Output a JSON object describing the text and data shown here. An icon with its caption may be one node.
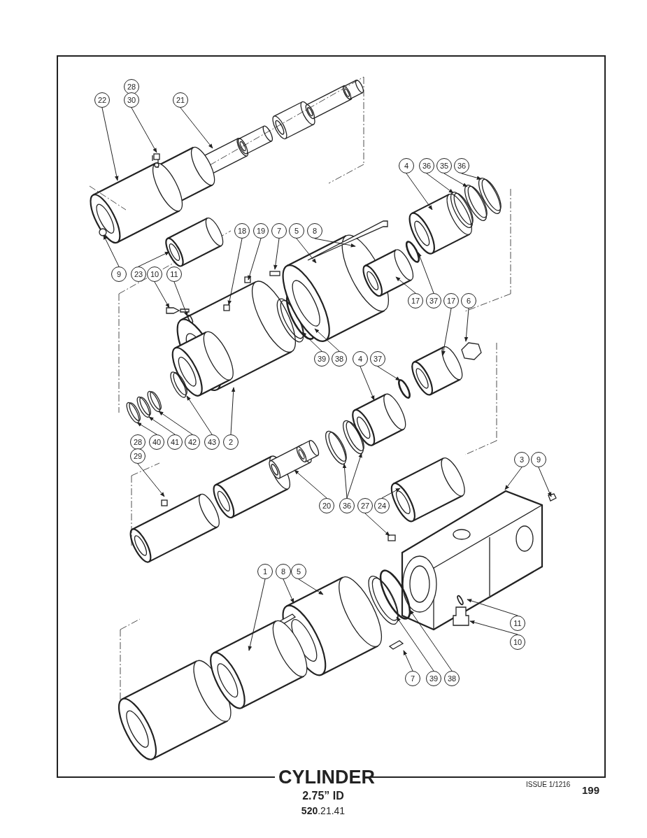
{
  "diagram": {
    "title": "CYLINDER",
    "nodes": [
      {
        "text": [
          "28"
        ]
      },
      {
        "text": [
          "30"
        ]
      },
      {
        "text": [
          "22"
        ]
      },
      {
        "text": [
          "21"
        ]
      },
      {
        "text": [
          "9"
        ]
      },
      {
        "text": [
          "23"
        ]
      },
      {
        "text": [
          "10"
        ]
      },
      {
        "text": [
          "11"
        ]
      },
      {
        "text": [
          "18"
        ]
      },
      {
        "text": [
          "19"
        ]
      },
      {
        "text": [
          "7"
        ]
      },
      {
        "text": [
          "5"
        ]
      },
      {
        "text": [
          "8"
        ]
      },
      {
        "text": [
          "4"
        ]
      },
      {
        "text": [
          "36"
        ]
      },
      {
        "text": [
          "35"
        ]
      },
      {
        "text": [
          "36"
        ]
      },
      {
        "text": [
          "17"
        ]
      },
      {
        "text": [
          "37"
        ]
      },
      {
        "text": [
          "17"
        ]
      },
      {
        "text": [
          "6"
        ]
      },
      {
        "text": [
          "39"
        ]
      },
      {
        "text": [
          "38"
        ]
      },
      {
        "text": [
          "4"
        ]
      },
      {
        "text": [
          "37"
        ]
      },
      {
        "text": [
          "28"
        ]
      },
      {
        "text": [
          "40"
        ]
      },
      {
        "text": [
          "41"
        ]
      },
      {
        "text": [
          "42"
        ]
      },
      {
        "text": [
          "43"
        ]
      },
      {
        "text": [
          "2"
        ]
      },
      {
        "text": [
          "29"
        ]
      },
      {
        "text": [
          "20"
        ]
      },
      {
        "text": [
          "36"
        ]
      },
      {
        "text": [
          "27"
        ]
      },
      {
        "text": [
          "24"
        ]
      },
      {
        "text": [
          "3"
        ]
      },
      {
        "text": [
          "9"
        ]
      },
      {
        "text": [
          "1"
        ]
      },
      {
        "text": [
          "8"
        ]
      },
      {
        "text": [
          "5"
        ]
      },
      {
        "text": [
          "11"
        ]
      },
      {
        "text": [
          "10"
        ]
      },
      {
        "text": [
          "7"
        ]
      },
      {
        "text": [
          "39"
        ]
      },
      {
        "text": [
          "38"
        ]
      },
      {
        "text": [],
        "shape": "cylinder"
      },
      {
        "text": [],
        "shape": "ring"
      },
      {
        "text": [],
        "shape": "cylinder"
      },
      {
        "text": [],
        "shape": "ring"
      },
      {
        "text": [],
        "shape": "ring"
      },
      {
        "text": [],
        "shape": "ring"
      },
      {
        "text": [],
        "shape": "ring"
      },
      {
        "text": [],
        "shape": "ring"
      },
      {
        "text": [],
        "shape": "ring"
      },
      {
        "text": [],
        "shape": "ring"
      },
      {
        "text": [],
        "shape": "ring"
      }
    ],
    "edges": [
      {
        "from": 1,
        "to": null,
        "arrow": "to"
      },
      {
        "from": 2,
        "to": null,
        "arrow": "to"
      },
      {
        "from": 3,
        "to": null,
        "arrow": "to"
      },
      {
        "from": 4,
        "to": null,
        "arrow": "to"
      },
      {
        "from": 5,
        "to": 46,
        "arrow": "to"
      },
      {
        "from": 6,
        "to": null,
        "arrow": "to"
      },
      {
        "from": 7,
        "to": null,
        "arrow": "to"
      },
      {
        "from": 8,
        "to": null,
        "arrow": "to"
      },
      {
        "from": 9,
        "to": null,
        "arrow": "to"
      },
      {
        "from": 10,
        "to": null,
        "arrow": "to"
      },
      {
        "from": 11,
        "to": null,
        "arrow": "to"
      },
      {
        "from": 12,
        "to": null,
        "arrow": "to"
      },
      {
        "from": 13,
        "to": null,
        "arrow": "to"
      },
      {
        "from": 14,
        "to": 47,
        "arrow": "to"
      },
      {
        "from": 15,
        "to": 51,
        "arrow": "to"
      },
      {
        "from": 16,
        "to": 52,
        "arrow": "to"
      },
      {
        "from": 17,
        "to": null,
        "arrow": "to"
      },
      {
        "from": 18,
        "to": null,
        "arrow": "to"
      },
      {
        "from": 19,
        "to": null,
        "arrow": "to"
      },
      {
        "from": 20,
        "to": null,
        "arrow": "to"
      },
      {
        "from": 21,
        "to": null,
        "arrow": "to"
      },
      {
        "from": 22,
        "to": null,
        "arrow": "to"
      },
      {
        "from": 23,
        "to": 48,
        "arrow": "to"
      },
      {
        "from": 24,
        "to": 53,
        "arrow": "to"
      },
      {
        "from": 26,
        "to": 49,
        "arrow": "to"
      },
      {
        "from": 27,
        "to": 50,
        "arrow": "to"
      },
      {
        "from": 28,
        "to": 54,
        "arrow": "to"
      },
      {
        "from": 29,
        "to": null,
        "arrow": "to"
      },
      {
        "from": 30,
        "to": null,
        "arrow": "to"
      },
      {
        "from": 31,
        "to": null,
        "arrow": "to"
      },
      {
        "from": 32,
        "to": null,
        "arrow": "to"
      },
      {
        "from": 33,
        "to": 55,
        "arrow": "to"
      },
      {
        "from": 33,
        "to": 56,
        "arrow": "to"
      },
      {
        "from": 34,
        "to": null,
        "arrow": "to"
      },
      {
        "from": 35,
        "to": null,
        "arrow": "to"
      },
      {
        "from": 36,
        "to": null,
        "arrow": "to"
      },
      {
        "from": 37,
        "to": null,
        "arrow": "to"
      },
      {
        "from": 38,
        "to": null,
        "arrow": "to"
      },
      {
        "from": 39,
        "to": null,
        "arrow": "to"
      },
      {
        "from": 40,
        "to": null,
        "arrow": "to"
      },
      {
        "from": 41,
        "to": null,
        "arrow": "to"
      },
      {
        "from": 42,
        "to": null,
        "arrow": "to"
      },
      {
        "from": 43,
        "to": null,
        "arrow": "to"
      },
      {
        "from": 44,
        "to": null,
        "arrow": "to"
      },
      {
        "from": 45,
        "to": null,
        "arrow": "to"
      }
    ],
    "labels": [
      "2.75” ID",
      "**520**.21.41",
      "ISSUE 1/1216",
      "199"
    ]
  }
}
